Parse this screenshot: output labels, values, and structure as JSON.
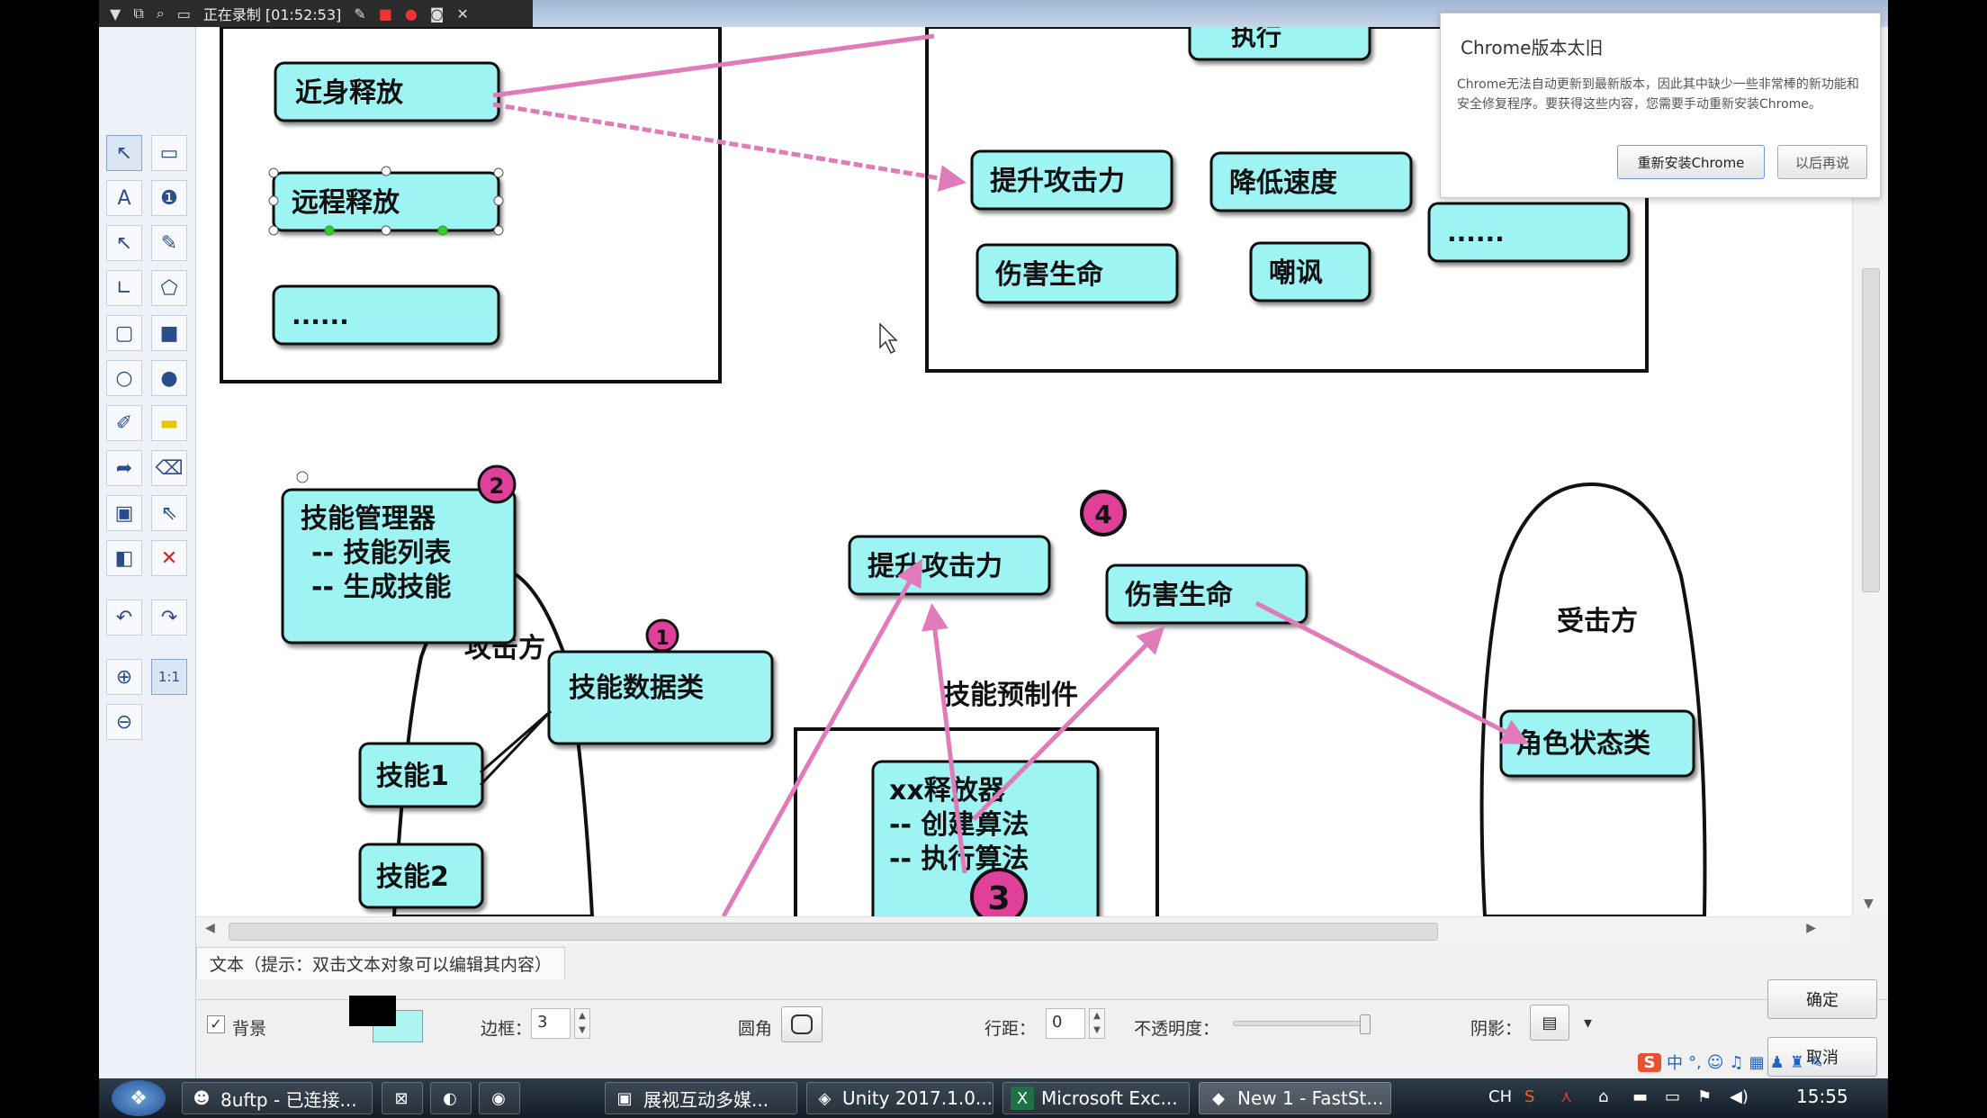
{
  "recorder": {
    "status": "正在录制 [01:52:53]"
  },
  "toolbox": {
    "tools": [
      "pointer-icon",
      "select-rect-icon",
      "text-icon",
      "info-icon",
      "arrow-icon",
      "pen-icon",
      "line-icon",
      "polygon-icon",
      "rectangle-icon",
      "filled-rectangle-icon",
      "ellipse-icon",
      "filled-ellipse-icon",
      "highlighter-icon",
      "highlight-fill-icon",
      "step-icon",
      "eraser-icon",
      "image-icon",
      "cursor-icon",
      "layer-icon",
      "delete-icon",
      "undo-icon",
      "redo-icon",
      "zoom-in-icon",
      "actual-size-icon",
      "zoom-out-icon"
    ],
    "actual_size_label": "1:1"
  },
  "diagram": {
    "top_left_box": [
      "近身释放",
      "远程释放",
      "......"
    ],
    "top_right_box": [
      "提升攻击力",
      "降低速度",
      "伤害生命",
      "嘲讽",
      "......"
    ],
    "top_cut_label": "执行",
    "skill_manager": [
      "技能管理器",
      "-- 技能列表",
      "-- 生成技能"
    ],
    "attacker_label": "攻击方",
    "skill1": "技能1",
    "skill2": "技能2",
    "skill_data": "技能数据类",
    "boost_attack": "提升攻击力",
    "damage_life": "伤害生命",
    "prefab_label": "技能预制件",
    "releaser": [
      "xx释放器",
      "-- 创建算法",
      "-- 执行算法"
    ],
    "defender_label": "受击方",
    "role_state": "角色状态类",
    "badges": [
      "1",
      "2",
      "3",
      "4"
    ]
  },
  "popup": {
    "title": "Chrome版本太旧",
    "message": "Chrome无法自动更新到最新版本，因此其中缺少一些非常棒的新功能和安全修复程序。要获得这些内容，您需要手动重新安装Chrome。",
    "reinstall_button": "重新安装Chrome",
    "later_button": "以后再说"
  },
  "properties": {
    "tab_label": "文本（提示：双击文本对象可以编辑其内容）",
    "background_label": "背景",
    "border_label": "边框：",
    "border_value": "3",
    "rounded_label": "圆角",
    "line_spacing_label": "行距：",
    "line_spacing_value": "0",
    "opacity_label": "不透明度：",
    "shadow_label": "阴影：",
    "ok_button": "确定",
    "cancel_button": "取消"
  },
  "taskbar": {
    "tasks": [
      "8uftp - 已连接...",
      "",
      "",
      "",
      "展视互动多媒...",
      "Unity 2017.1.0...",
      "Microsoft Exc...",
      "New 1 - FastSt..."
    ],
    "lang": "CH",
    "clock": "15:55"
  },
  "colors": {
    "node_fill": "#9ef3f3",
    "arrow": "#e07ab8",
    "badge": "#e0409a"
  }
}
